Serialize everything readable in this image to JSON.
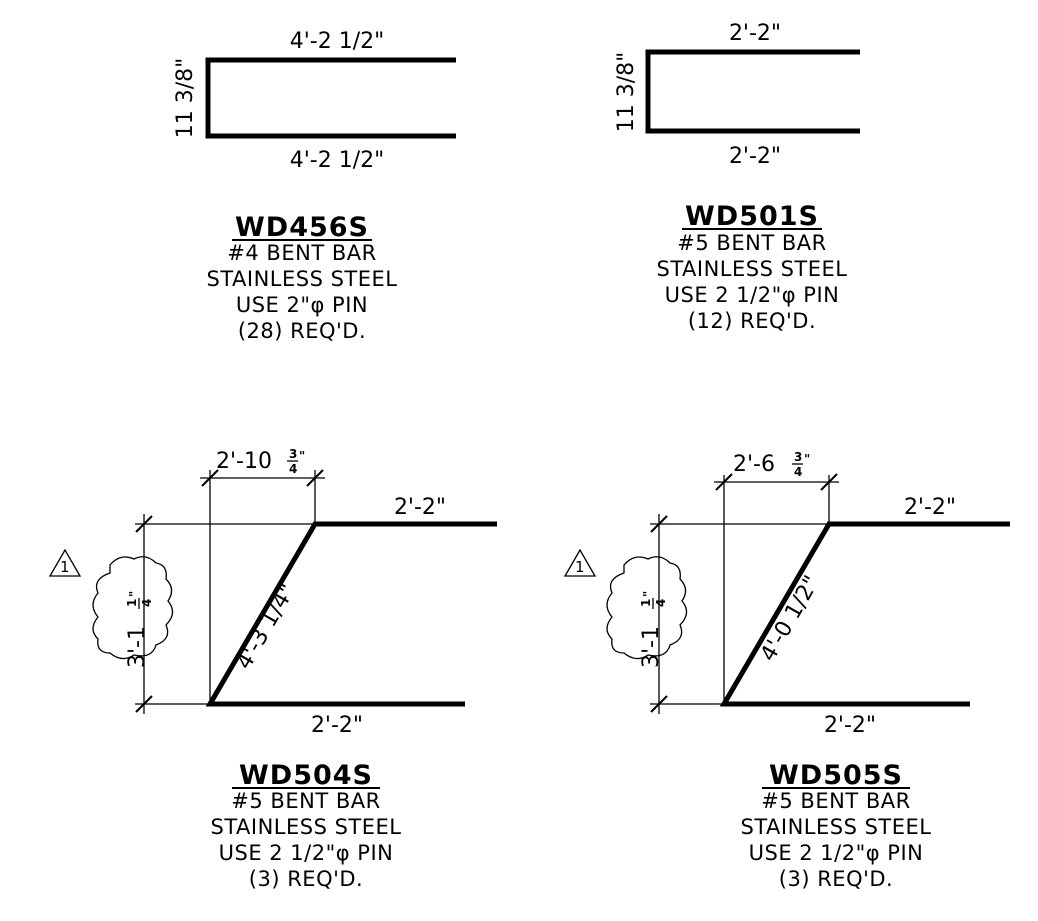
{
  "details": [
    {
      "mark": "WD456S",
      "top_dim": "4'-2 1/2\"",
      "bottom_dim": "4'-2 1/2\"",
      "side_dim": "11 3/8\"",
      "notes": [
        "#4 BENT BAR",
        "STAINLESS STEEL",
        "USE 2\"φ PIN",
        "(28) REQ'D."
      ]
    },
    {
      "mark": "WD501S",
      "top_dim": "2'-2\"",
      "bottom_dim": "2'-2\"",
      "side_dim": "11 3/8\"",
      "notes": [
        "#5 BENT BAR",
        "STAINLESS STEEL",
        "USE 2 1/2\"φ PIN",
        "(12) REQ'D."
      ]
    },
    {
      "mark": "WD504S",
      "offset_dim_main": "2'-10",
      "offset_dim_frac_num": "3",
      "offset_dim_frac_den": "4",
      "top_dim": "2'-2\"",
      "bottom_dim": "2'-2\"",
      "diag_dim": "4'-3 1/4\"",
      "height_dim_main": "3'-1",
      "height_dim_frac_num": "1",
      "height_dim_frac_den": "4",
      "revision": "1",
      "notes": [
        "#5 BENT BAR",
        "STAINLESS STEEL",
        "USE 2 1/2\"φ PIN",
        "(3) REQ'D."
      ]
    },
    {
      "mark": "WD505S",
      "offset_dim_main": "2'-6",
      "offset_dim_frac_num": "3",
      "offset_dim_frac_den": "4",
      "top_dim": "2'-2\"",
      "bottom_dim": "2'-2\"",
      "diag_dim": "4'-0 1/2\"",
      "height_dim_main": "3'-1",
      "height_dim_frac_num": "1",
      "height_dim_frac_den": "4",
      "revision": "1",
      "notes": [
        "#5 BENT BAR",
        "STAINLESS STEEL",
        "USE 2 1/2\"φ PIN",
        "(3) REQ'D."
      ]
    }
  ]
}
